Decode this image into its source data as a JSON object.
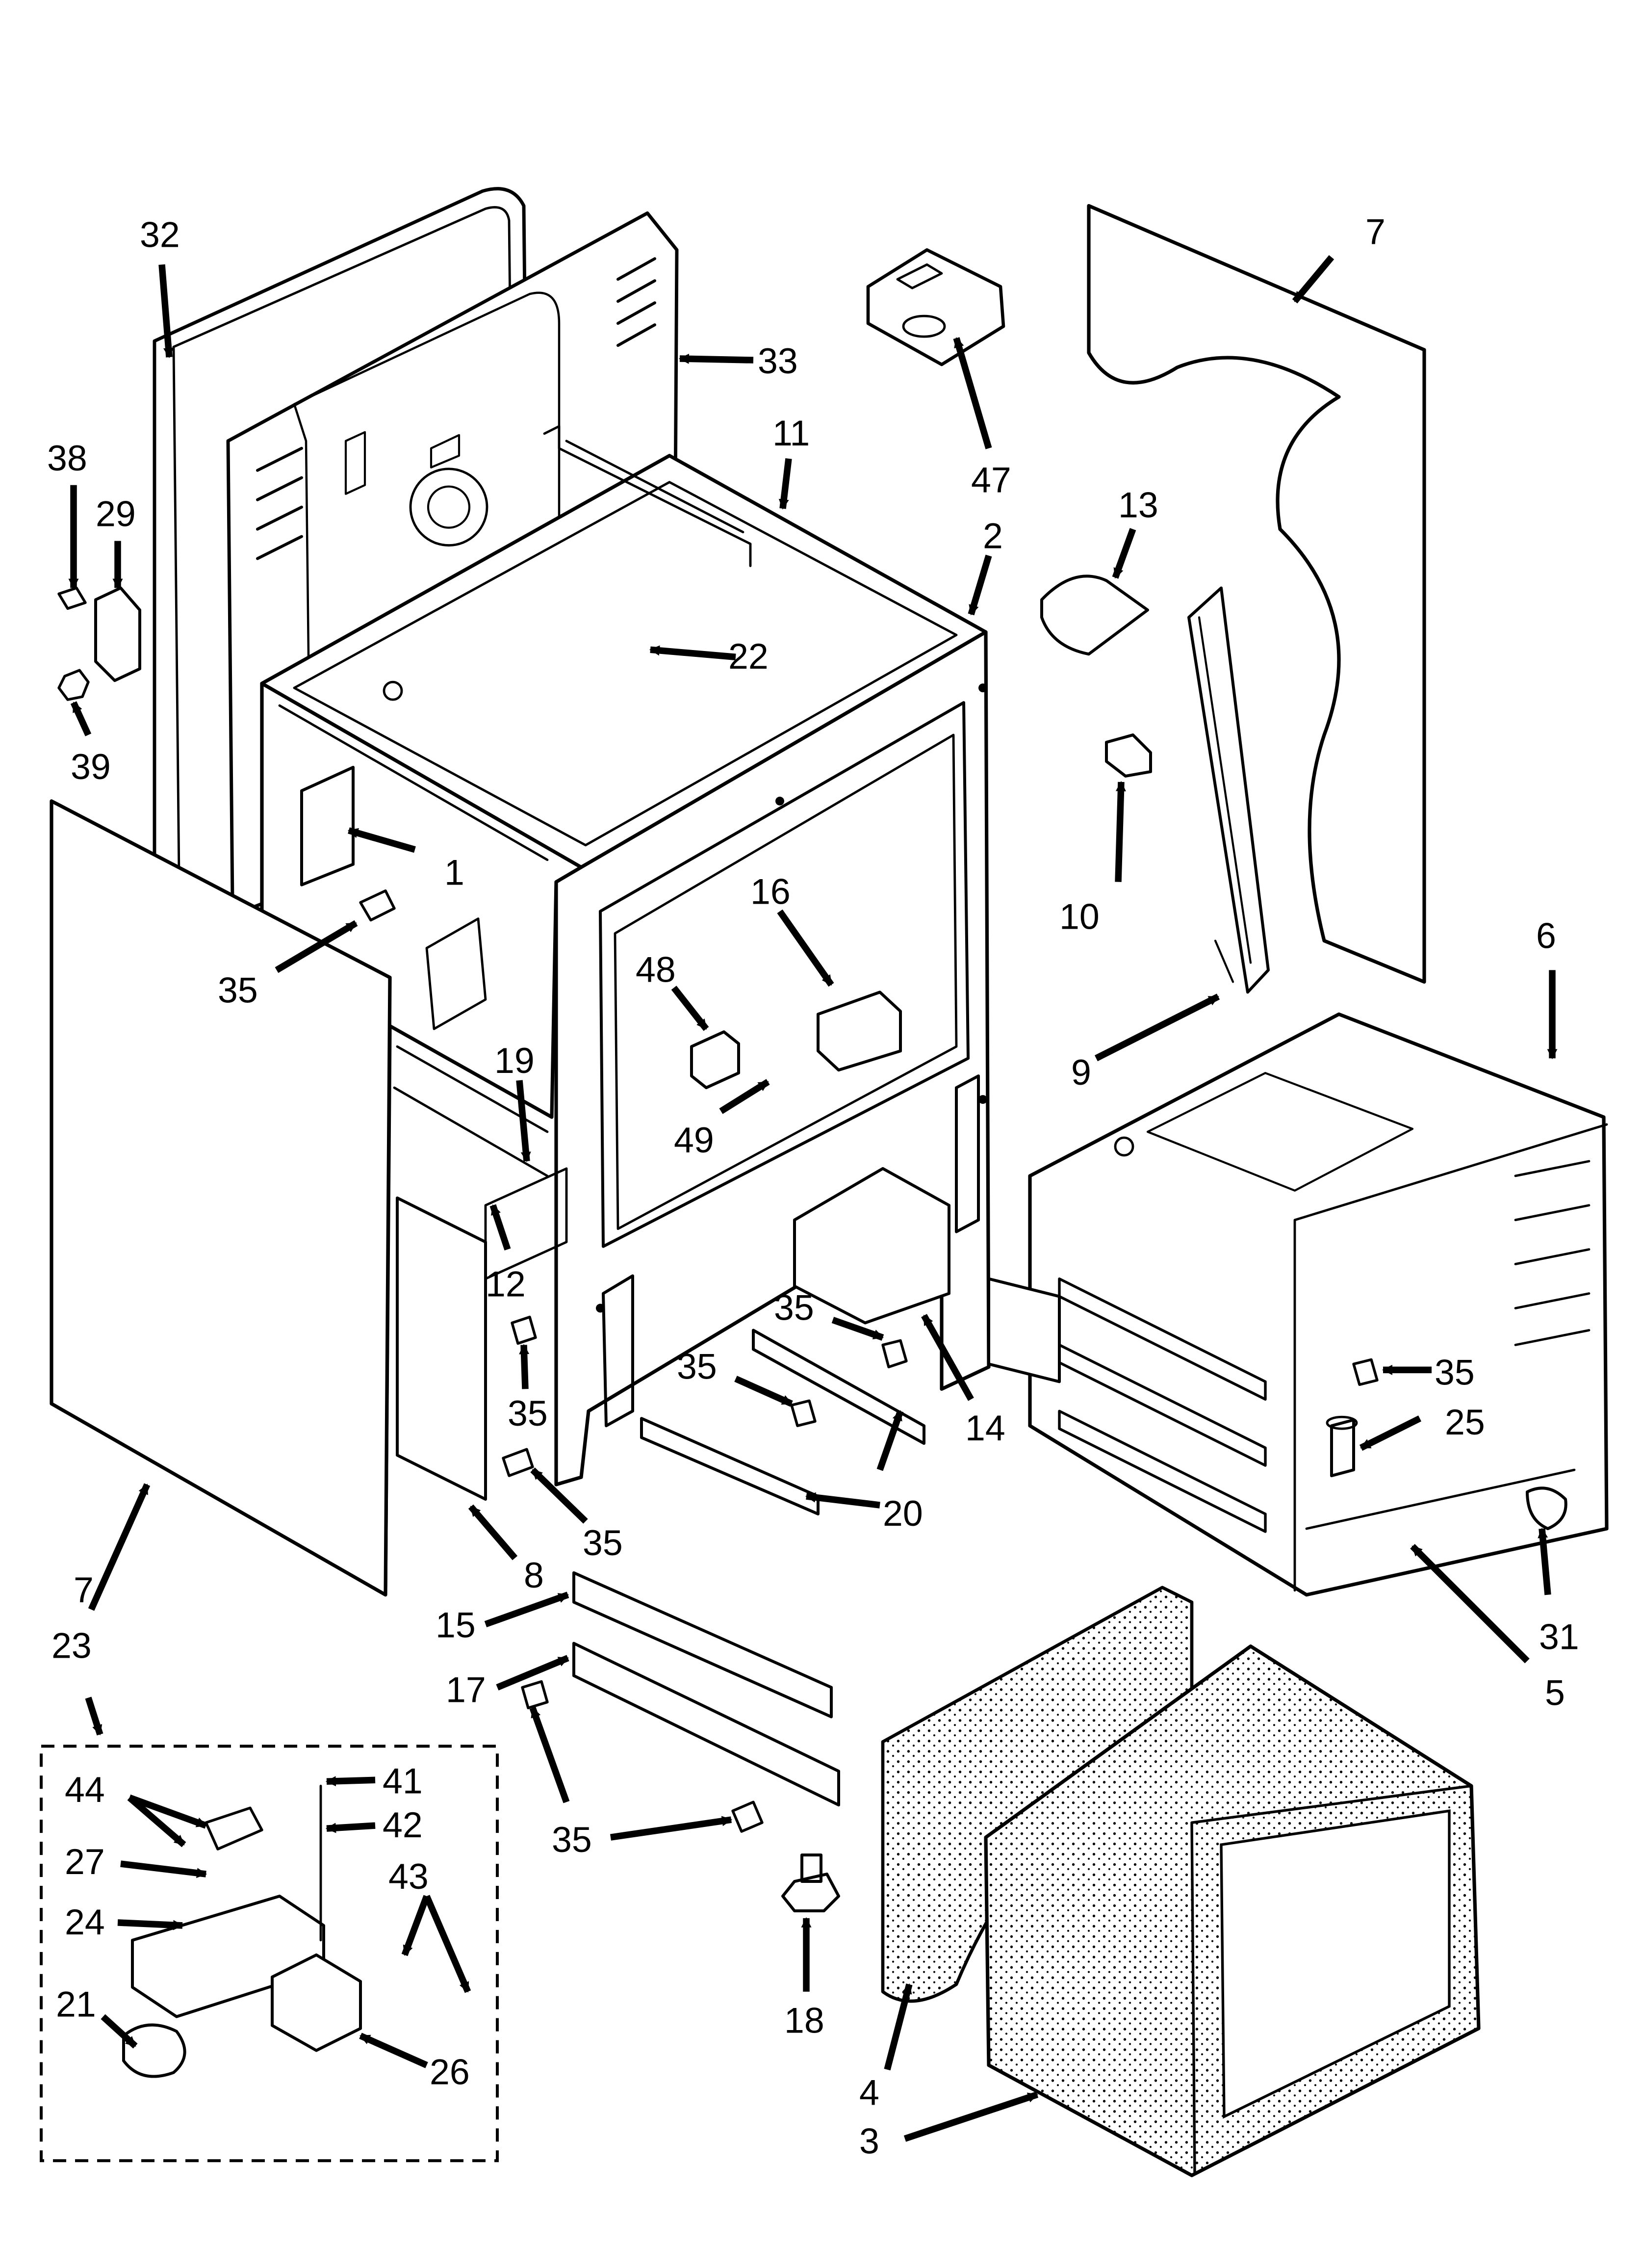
{
  "callouts": {
    "c1": "1",
    "c2": "2",
    "c3": "3",
    "c4": "4",
    "c5": "5",
    "c6": "6",
    "c7a": "7",
    "c7b": "7",
    "c8": "8",
    "c9": "9",
    "c10": "10",
    "c11": "11",
    "c12": "12",
    "c13": "13",
    "c14": "14",
    "c15": "15",
    "c16": "16",
    "c17": "17",
    "c18": "18",
    "c19": "19",
    "c20": "20",
    "c21": "21",
    "c22": "22",
    "c23": "23",
    "c24": "24",
    "c25": "25",
    "c26": "26",
    "c27": "27",
    "c29": "29",
    "c31": "31",
    "c32": "32",
    "c33": "33",
    "c35a": "35",
    "c35b": "35",
    "c35c": "35",
    "c35d": "35",
    "c35e": "35",
    "c35f": "35",
    "c35g": "35",
    "c38": "38",
    "c39": "39",
    "c41": "41",
    "c42": "42",
    "c43": "43",
    "c44": "44",
    "c47": "47",
    "c48": "48",
    "c49": "49"
  }
}
